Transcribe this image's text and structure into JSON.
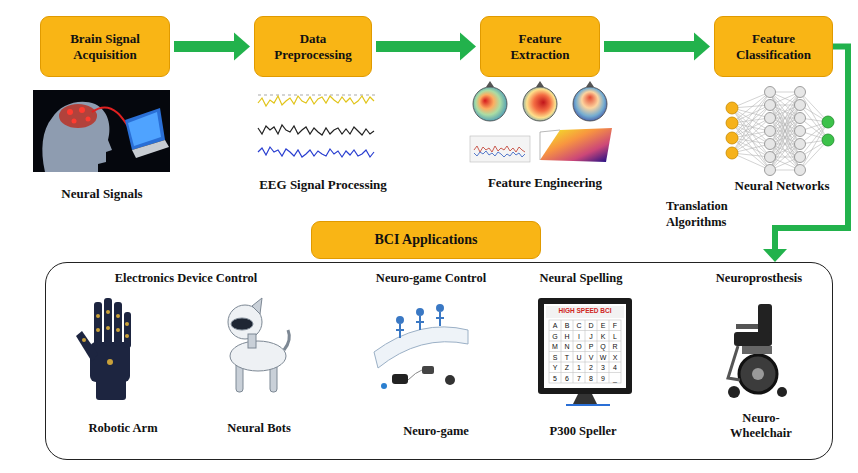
{
  "diagram": {
    "nodes": [
      {
        "text": [
          "Brain Signal Acquisition"
        ]
      },
      {
        "text": [
          "Data Preprocessing"
        ]
      },
      {
        "text": [
          "Feature Extraction"
        ]
      },
      {
        "text": [
          "Feature Classification"
        ]
      },
      {
        "text": [
          "Electronics Device Control",
          "Robotic Arm",
          "Neural Bots",
          "Neuro-game Control",
          "Neuro-game",
          "Neural Spelling",
          "P300 Speller",
          "Neuroprosthesis",
          "Neuro- Wheelchair"
        ]
      },
      {
        "text": [
          "BCI Applications"
        ],
        "in": 4
      }
    ],
    "edges": [
      {
        "from": 0,
        "to": 1,
        "arrow": "to"
      },
      {
        "from": 1,
        "to": 2,
        "arrow": "to"
      },
      {
        "from": 2,
        "to": 3,
        "arrow": "to"
      },
      {
        "from": 3,
        "to": 4,
        "arrow": "to"
      }
    ],
    "labels": [
      "Neural Signals",
      "EEG Signal Processing",
      "Feature Engineering",
      "Neural Networks",
      "Translation Algorithms",
      "HIGH SPEED BCI",
      "A",
      "B",
      "C",
      "D",
      "E",
      "F",
      "G",
      "H",
      "I",
      "J",
      "K",
      "L",
      "M",
      "N",
      "O",
      "P",
      "Q",
      "R",
      "S",
      "T",
      "U",
      "V",
      "W",
      "X",
      "Y",
      "Z",
      "1",
      "2",
      "3",
      "4",
      "5",
      "6",
      "7",
      "8",
      "9",
      "_"
    ]
  }
}
